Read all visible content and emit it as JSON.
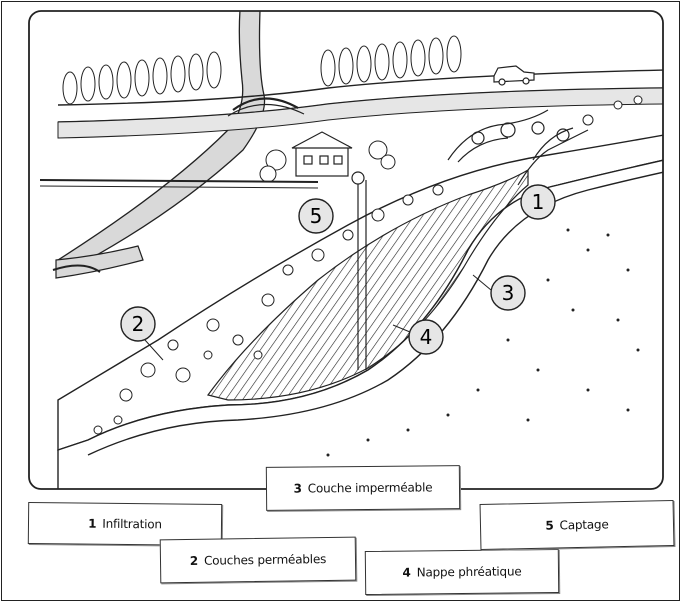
{
  "labels": [
    {
      "num": "1",
      "text": "Infiltration"
    },
    {
      "num": "2",
      "text": "Couches perméables"
    },
    {
      "num": "3",
      "text": "Couche imperméable"
    },
    {
      "num": "4",
      "text": "Nappe phréatique"
    },
    {
      "num": "5",
      "text": "Captage"
    }
  ],
  "markers": [
    "1",
    "2",
    "3",
    "4",
    "5"
  ],
  "colors": {
    "ink": "#1a1a1a",
    "ground": "#ffffff",
    "road": "#d8d8d8",
    "frame": "#222222"
  }
}
